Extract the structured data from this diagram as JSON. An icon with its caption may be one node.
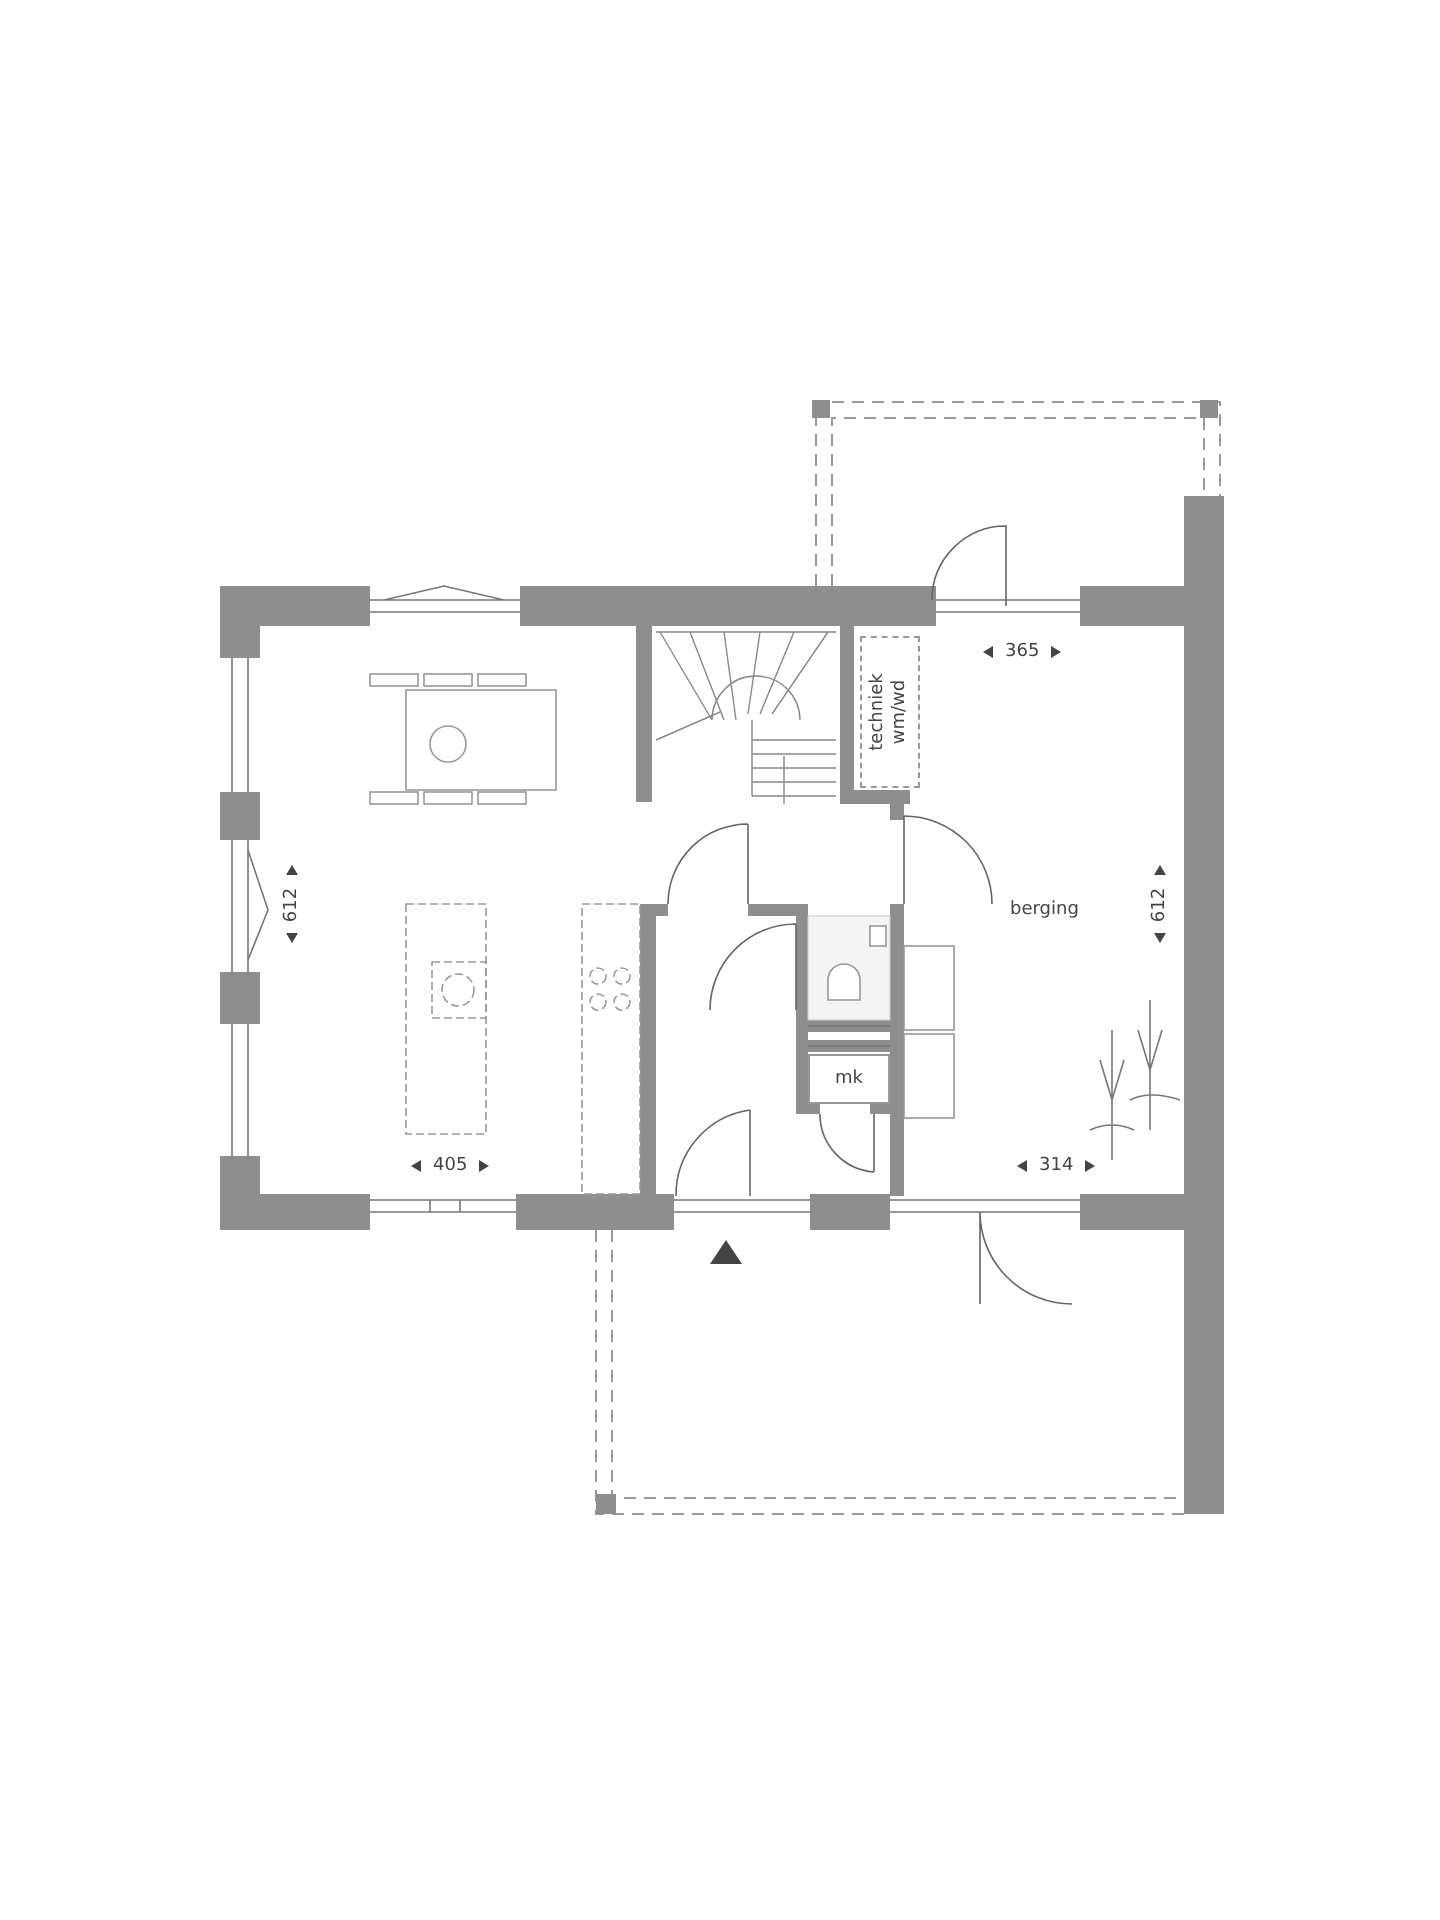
{
  "diagram": {
    "nodes": [
      {
        "text": [
          "techniek wm/wd"
        ]
      },
      {
        "text": [
          "mk"
        ]
      }
    ],
    "labels": [
      "365",
      "612",
      "berging",
      "612",
      "405",
      "314"
    ]
  }
}
